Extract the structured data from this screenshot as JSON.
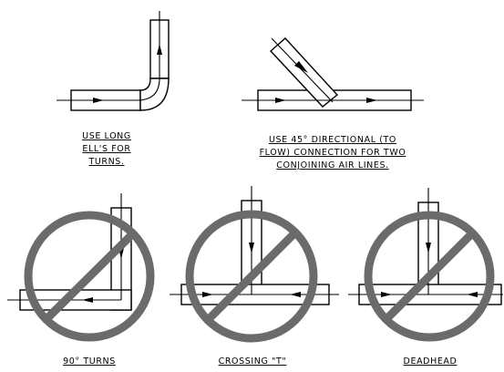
{
  "captions": {
    "long_ell": [
      "USE LONG",
      "ELL'S FOR",
      "TURNS."
    ],
    "directional": [
      "USE 45° DIRECTIONAL (TO",
      "FLOW) CONNECTION FOR TWO",
      "CONJOINING AIR LINES."
    ],
    "turns_90": [
      "90° TURNS"
    ],
    "crossing_t": [
      "CROSSING \"T\""
    ],
    "deadhead": [
      "DEADHEAD"
    ]
  },
  "colors": {
    "line": "#000000",
    "prohibition": "#6b6b6b",
    "background": "#ffffff"
  },
  "icons": {
    "flow_arrow": "arrowhead",
    "prohibited": "circle-slash"
  }
}
